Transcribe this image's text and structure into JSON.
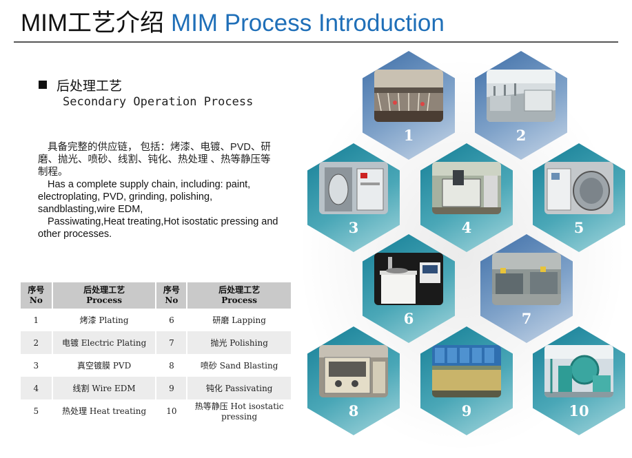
{
  "title": {
    "zh": "MIM工艺介绍",
    "en": "MIM Process Introduction"
  },
  "section": {
    "zh": "后处理工艺",
    "en": "Secondary Operation Process"
  },
  "description": {
    "zh": "具备完整的供应链， 包括：烤漆、电镀、PVD、研磨、抛光、喷砂、线割、钝化、热处理 、热等静压等制程。",
    "en1": "Has a complete supply chain, including: paint, electroplating, PVD, grinding, polishing, sandblasting,wire EDM,",
    "en2": "Passiwating,Heat treating,Hot isostatic pressing and other processes."
  },
  "table": {
    "headers": [
      {
        "zh": "序号",
        "en": "No"
      },
      {
        "zh": "后处理工艺",
        "en": "Process"
      },
      {
        "zh": "序号",
        "en": "No"
      },
      {
        "zh": "后处理工艺",
        "en": "Process"
      }
    ],
    "rows": [
      {
        "no1": "1",
        "p1": "烤漆 Plating",
        "no2": "6",
        "p2": "研磨 Lapping"
      },
      {
        "no1": "2",
        "p1": "电镀 Electric Plating",
        "no2": "7",
        "p2": "抛光 Polishing"
      },
      {
        "no1": "3",
        "p1": "真空镀膜 PVD",
        "no2": "8",
        "p2": "喷砂 Sand Blasting"
      },
      {
        "no1": "4",
        "p1": "线割 Wire EDM",
        "no2": "9",
        "p2": "钝化 Passivating"
      },
      {
        "no1": "5",
        "p1": "热处理 Heat treating",
        "no2": "10",
        "p2": "热等静压 Hot isostatic pressing"
      }
    ]
  },
  "hexagons": [
    {
      "number": "1"
    },
    {
      "number": "2"
    },
    {
      "number": "3"
    },
    {
      "number": "4"
    },
    {
      "number": "5"
    },
    {
      "number": "6"
    },
    {
      "number": "7"
    },
    {
      "number": "8"
    },
    {
      "number": "9"
    },
    {
      "number": "10"
    }
  ]
}
